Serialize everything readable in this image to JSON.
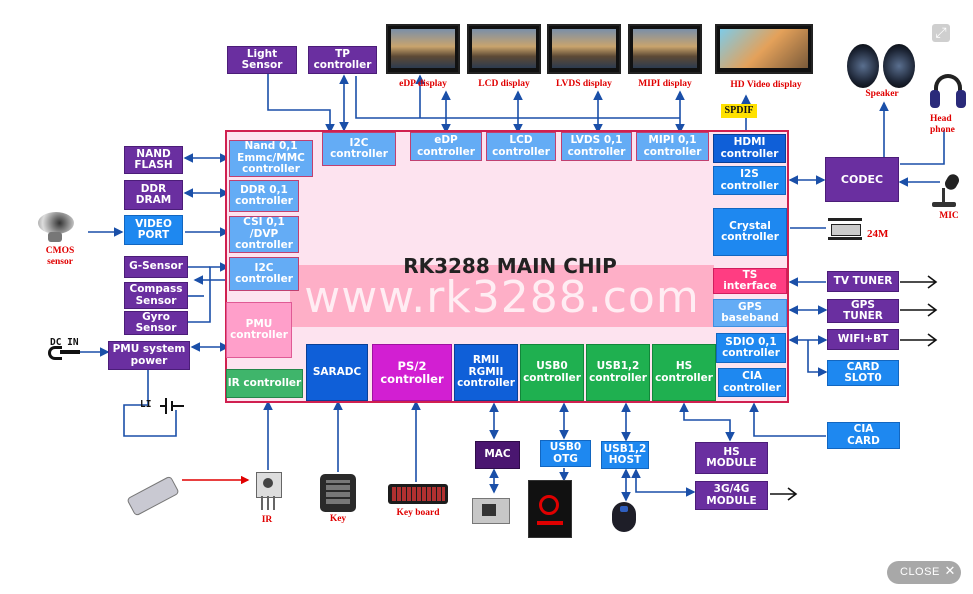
{
  "main_chip": {
    "title": "RK3288 MAIN CHIP",
    "watermark": "www.rk3288.com",
    "top_controllers": [
      {
        "label": "I2C\ncontroller"
      },
      {
        "label": "eDP\ncontroller"
      },
      {
        "label": "LCD\ncontroller"
      },
      {
        "label": "LVDS 0,1\ncontroller"
      },
      {
        "label": "MIPI 0,1\ncontroller"
      }
    ],
    "left_controllers": [
      {
        "label": "Nand 0,1\nEmmc/MMC\ncontroller"
      },
      {
        "label": "DDR 0,1\ncontroller"
      },
      {
        "label": "CSI 0,1\n/DVP\ncontroller"
      },
      {
        "label": "I2C\ncontroller"
      },
      {
        "label": "PMU\ncontroller"
      }
    ],
    "right_controllers": [
      {
        "label": "HDMI\ncontroller"
      },
      {
        "label": "I2S\ncontroller"
      },
      {
        "label": "Crystal\ncontroller"
      },
      {
        "label": "TS\ninterface"
      },
      {
        "label": "GPS\nbaseband"
      },
      {
        "label": "SDIO 0,1\ncontroller"
      },
      {
        "label": "CIA\ncontroller"
      }
    ],
    "bottom_controllers": [
      {
        "label": "IR controller"
      },
      {
        "label": "SARADC"
      },
      {
        "label": "PS/2\ncontroller"
      },
      {
        "label": "RMII\nRGMII\ncontroller"
      },
      {
        "label": "USB0\ncontroller"
      },
      {
        "label": "USB1,2\ncontroller"
      },
      {
        "label": "HS\ncontroller"
      }
    ]
  },
  "external": {
    "light_sensor": "Light\nSensor",
    "tp_controller": "TP\ncontroller",
    "nand_flash": "NAND\nFLASH",
    "ddr_dram": "DDR\nDRAM",
    "video_port": "VIDEO\nPORT",
    "g_sensor": "G-Sensor",
    "compass_sensor": "Compass\nSensor",
    "gyro_sensor": "Gyro\nSensor",
    "pmu_power": "PMU system\npower",
    "codec": "CODEC",
    "tv_tuner": "TV TUNER",
    "gps_tuner": "GPS\nTUNER",
    "wifi_bt": "WIFI+BT",
    "card_slot": "CARD\nSLOT0",
    "cia_card": "CIA\nCARD",
    "mac": "MAC",
    "usb0_otg": "USB0\nOTG",
    "usb12_host": "USB1,2\nHOST",
    "hs_module": "HS\nMODULE",
    "module_3g4g": "3G/4G\nMODULE",
    "spdif": "SPDIF",
    "crystal_freq": "24M"
  },
  "labels": {
    "edp_display": "eDP display",
    "lcd_display": "LCD display",
    "lvds_display": "LVDS display",
    "mipi_display": "MIPI display",
    "hd_video_display": "HD Video display",
    "speaker": "Speaker",
    "headphone": "Head\nphone",
    "mic": "MIC",
    "cmos_sensor": "CMOS\nsensor",
    "dc_in": "DC IN",
    "li": "LI",
    "ir": "IR",
    "key": "Key",
    "keyboard": "Key board"
  },
  "ui": {
    "close_label": "CLOSE",
    "close_glyph": "✕",
    "expand_glyph": "⤢"
  },
  "colors": {
    "chip_background": "#fde3ef",
    "chip_border": "#d02050",
    "connector": "#1a4fa8",
    "accent_red": "#e00000"
  }
}
